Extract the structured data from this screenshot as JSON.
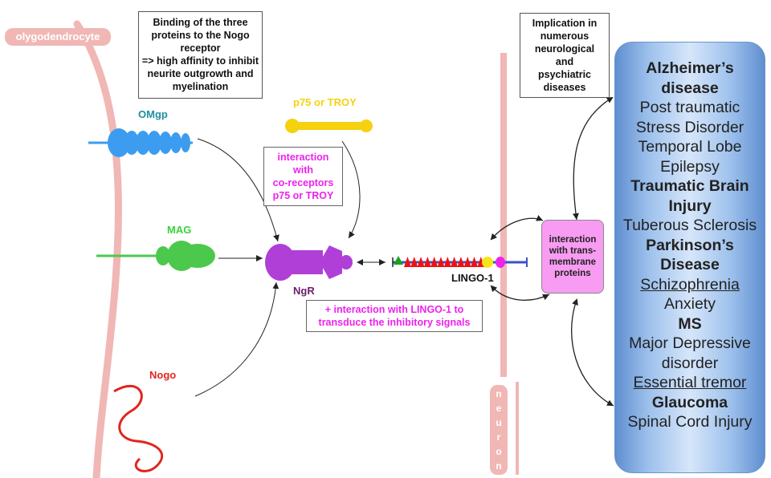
{
  "cell_labels": {
    "oligodendrocyte": "olygodendrocyte",
    "neuron_letters": [
      "n",
      "e",
      "u",
      "r",
      "o",
      "n"
    ]
  },
  "proteins": {
    "omgp": "OMgp",
    "mag": "MAG",
    "nogo": "Nogo",
    "p75": "p75 or TROY",
    "ngr": "NgR",
    "lingo": "LINGO-1"
  },
  "annotations": {
    "binding": [
      "Binding of the three",
      "proteins to the Nogo",
      "receptor",
      "=> high affinity to inhibit",
      "neurite outgrowth and",
      "myelination"
    ],
    "coreceptor": [
      "interaction",
      "with",
      "co-receptors",
      "p75 or TROY"
    ],
    "lingo_interaction": [
      "+ interaction with LINGO-1 to",
      "transduce the inhibitory signals"
    ],
    "implication": [
      "Implication in",
      "numerous",
      "neurological",
      "and",
      "psychiatric",
      "diseases"
    ],
    "transmembrane": [
      "interaction",
      "with trans-",
      "membrane",
      "proteins"
    ]
  },
  "diseases": [
    {
      "lines": [
        "Alzheimer’s",
        "disease"
      ],
      "style": "bold"
    },
    {
      "lines": [
        "Post traumatic",
        "Stress Disorder"
      ],
      "style": "normal"
    },
    {
      "lines": [
        "Temporal Lobe",
        "Epilepsy"
      ],
      "style": "normal"
    },
    {
      "lines": [
        "Traumatic Brain",
        "Injury"
      ],
      "style": "bold"
    },
    {
      "lines": [
        "Tuberous Sclerosis"
      ],
      "style": "normal"
    },
    {
      "lines": [
        "Parkinson’s",
        "Disease"
      ],
      "style": "bold"
    },
    {
      "lines": [
        "Schizophrenia"
      ],
      "style": "underline"
    },
    {
      "lines": [
        "Anxiety"
      ],
      "style": "normal"
    },
    {
      "lines": [
        "MS"
      ],
      "style": "bold"
    },
    {
      "lines": [
        "Major Depressive",
        "disorder"
      ],
      "style": "normal"
    },
    {
      "lines": [
        "Essential tremor"
      ],
      "style": "underline"
    },
    {
      "lines": [
        "Glaucoma"
      ],
      "style": "bold"
    },
    {
      "lines": [
        "Spinal Cord Injury"
      ],
      "style": "normal"
    }
  ],
  "colors": {
    "membrane": "#f0b7b5",
    "omgp": "#3c9cf0",
    "mag": "#4cc94c",
    "nogo": "#e0261e",
    "p75": "#f5d10f",
    "ngr": "#b03fd8",
    "lingo_domains": "#ee1111",
    "magenta_text": "#ee22ee",
    "pink_box": "#f79cf2"
  }
}
